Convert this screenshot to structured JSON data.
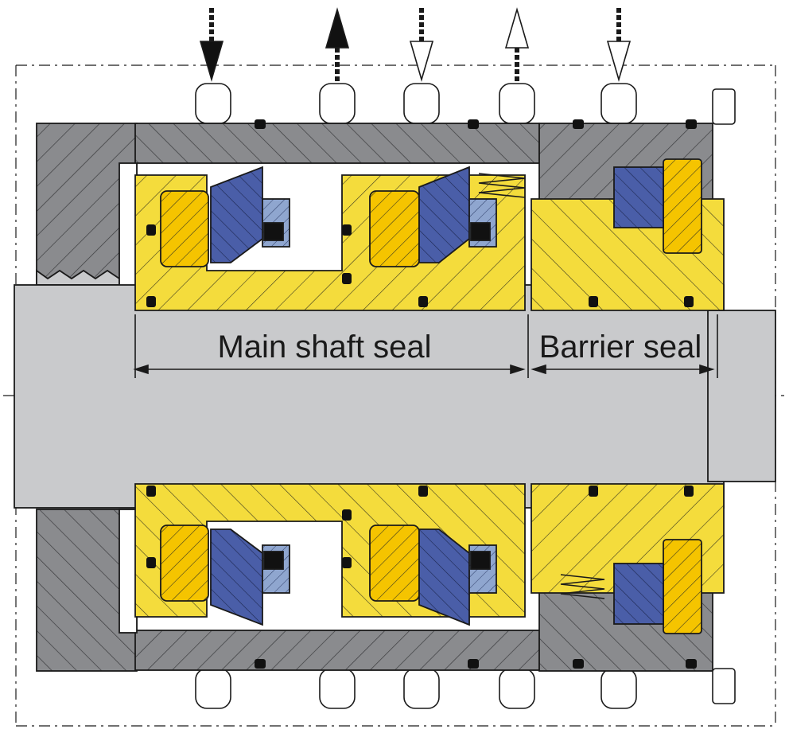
{
  "labels": {
    "main_shaft_seal": "Main shaft seal",
    "barrier_seal": "Barrier seal"
  },
  "colors": {
    "housing_gray": "#8a8b8e",
    "housing_dark": "#6f7073",
    "shaft_gray": "#c9cacc",
    "sleeve_yellow": "#f4dc3c",
    "ring_yellow": "#f5c400",
    "face_blue": "#4a5ea8",
    "seat_lightblue": "#8fa6cf",
    "outline": "#1a1a1a",
    "elastomer": "#111111"
  },
  "ports": [
    {
      "direction": "in",
      "fill": "solid"
    },
    {
      "direction": "out",
      "fill": "solid"
    },
    {
      "direction": "in",
      "fill": "hollow"
    },
    {
      "direction": "out",
      "fill": "hollow"
    },
    {
      "direction": "in",
      "fill": "hollow"
    }
  ]
}
